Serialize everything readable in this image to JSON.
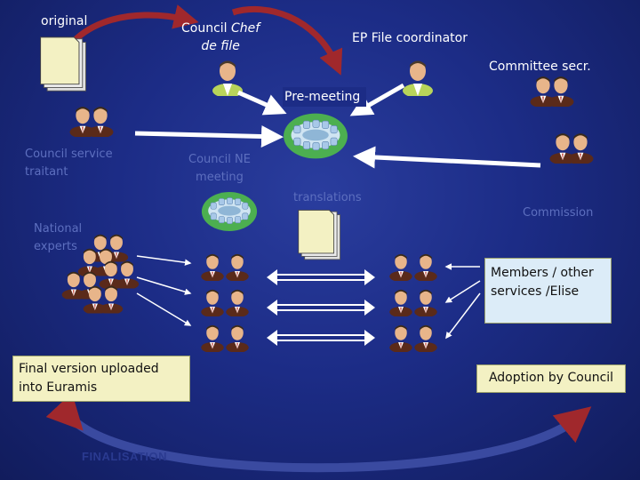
{
  "labels": {
    "original": "original",
    "council_chef_line1": "Council ",
    "council_chef_italic1": "Chef",
    "council_chef_italic2": "de file",
    "ep_file_coordinator": "EP File coordinator",
    "committee_secr": "Committee secr.",
    "pre_meeting": "Pre-meeting",
    "council_service_line1": "Council service",
    "council_service_line2": "traitant",
    "council_ne_line1": "Council NE",
    "council_ne_line2": "meeting",
    "translations": "translations",
    "commission": "Commission",
    "national_line1": "National",
    "national_line2": "experts",
    "members_line1": "Members / other",
    "members_line2": "services /Elise",
    "final_line1": "Final version uploaded",
    "final_line2": "into Euramis",
    "adoption": "Adoption by Council",
    "finalisation": "FINALISATION"
  },
  "colors": {
    "background": "#1c2c86",
    "arc_red": "#a0282c",
    "arrow_white": "#ffffff",
    "person_suit_green": "#b8d45a",
    "person_suit_brown": "#5a2a1a",
    "meeting_green": "#4caf50",
    "doc_yellow": "#f3f1c3"
  },
  "icons": [
    "document-icon",
    "person-icon",
    "meeting-table-icon",
    "group-icon",
    "arrow-icon"
  ]
}
